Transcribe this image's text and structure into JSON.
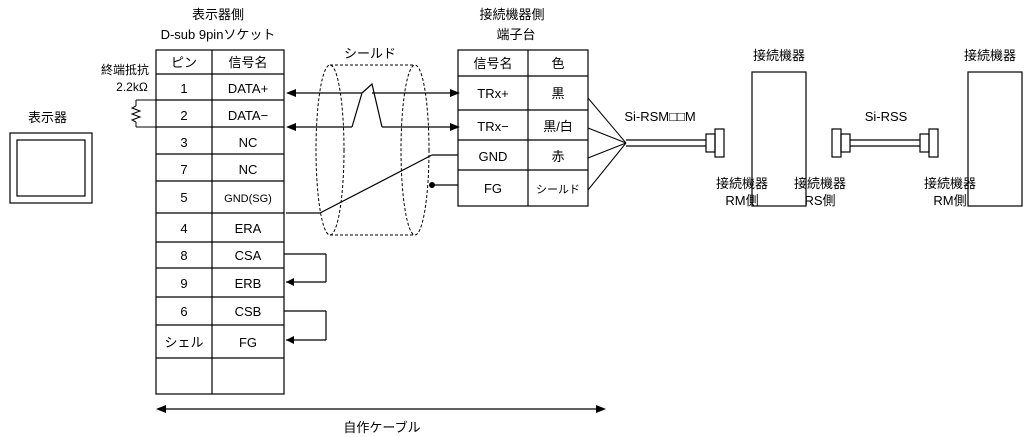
{
  "display": {
    "side_title": "表示器側",
    "connector_title": "D-sub 9pinソケット",
    "label": "表示器",
    "terminator_label": "終端抵抗",
    "terminator_value": "2.2kΩ",
    "header_pin": "ピン",
    "header_signal": "信号名",
    "pins": [
      {
        "pin": "1",
        "signal": "DATA+"
      },
      {
        "pin": "2",
        "signal": "DATA−"
      },
      {
        "pin": "3",
        "signal": "NC"
      },
      {
        "pin": "7",
        "signal": "NC"
      },
      {
        "pin": "5",
        "signal": "GND(SG)"
      },
      {
        "pin": "4",
        "signal": "ERA"
      },
      {
        "pin": "8",
        "signal": "CSA"
      },
      {
        "pin": "9",
        "signal": "ERB"
      },
      {
        "pin": "6",
        "signal": "CSB"
      },
      {
        "pin": "シェル",
        "signal": "FG"
      }
    ]
  },
  "shield_label": "シールド",
  "device_side": {
    "title": "接続機器側",
    "subtitle": "端子台",
    "header_signal": "信号名",
    "header_color": "色",
    "rows": [
      {
        "signal": "TRx+",
        "color": "黒"
      },
      {
        "signal": "TRx−",
        "color": "黒/白"
      },
      {
        "signal": "GND",
        "color": "赤"
      },
      {
        "signal": "FG",
        "color": "シールド"
      }
    ]
  },
  "cable_rsm": "Si-RSM□□M",
  "cable_rss": "Si-RSS",
  "device_label_1": "接続機器",
  "device_label_2": "接続機器",
  "conn_rm_1": {
    "line1": "接続機器",
    "line2": "RM側"
  },
  "conn_rs": {
    "line1": "接続機器",
    "line2": "RS側"
  },
  "conn_rm_2": {
    "line1": "接続機器",
    "line2": "RM側"
  },
  "cable_note": "自作ケーブル"
}
